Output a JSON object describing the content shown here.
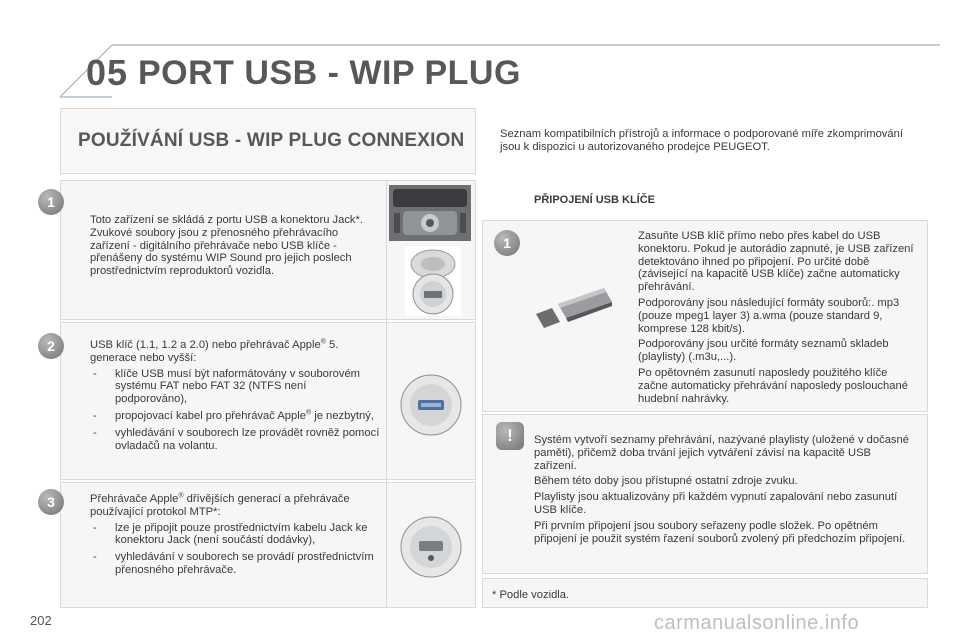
{
  "header": {
    "chapter_number": "05",
    "chapter_title": "PORT USB - WIP PLUG"
  },
  "section_title": "POUŽÍVÁNÍ USB - WIP PLUG CONNEXION",
  "intro_text": "Seznam kompatibilních přístrojů a informace o podporované míře zkomprimování jsou k dispozici u autorizovaného prodejce PEUGEOT.",
  "left_steps": [
    {
      "number": "1",
      "text": "Toto zařízení se skládá z portu USB a konektoru Jack*. Zvukové soubory jsou z přenosného přehrávacího zařízení - digitálního přehrávače nebo USB klíče - přenášeny do systému WIP Sound pro jejich poslech prostřednictvím reproduktorů vozidla."
    },
    {
      "number": "2",
      "intro_pre": "USB klíč (1.1, 1.2 a 2.0) nebo přehrávač Apple",
      "intro_sup": "®",
      "intro_post": " 5. generace nebo vyšší:",
      "bullets": [
        {
          "text": "klíče USB musí být naformátovány v souborovém systému FAT nebo FAT 32 (NTFS není podporováno),"
        },
        {
          "pre": "propojovací kabel pro přehrávač Apple",
          "sup": "®",
          "post": " je nezbytný,"
        },
        {
          "text": "vyhledávání v souborech lze provádět rovněž pomocí ovladačů na volantu."
        }
      ]
    },
    {
      "number": "3",
      "intro_pre": "Přehrávače Apple",
      "intro_sup": "®",
      "intro_post": " dřívějších generací a přehrávače používající protokol MTP*:",
      "bullets": [
        {
          "text": "lze je připojit pouze prostřednictvím kabelu Jack ke konektoru Jack (není součástí dodávky),"
        },
        {
          "text": "vyhledávání v souborech se provádí prostřednictvím přenosného přehrávače."
        }
      ]
    }
  ],
  "right_section": {
    "heading": "PŘIPOJENÍ USB KLÍČE",
    "step_number": "1",
    "paragraphs": [
      "Zasuňte USB klíč přímo nebo přes kabel do USB konektoru. Pokud je autorádio zapnuté, je USB zařízení detektováno ihned po připojení. Po určité době (závisející na kapacitě USB klíče) začne automaticky přehrávání.",
      "Podporovány jsou následující formáty souborů:. mp3 (pouze mpeg1 layer 3) a.wma (pouze standard 9, komprese 128 kbit/s).",
      "Podporovány jsou určité formáty seznamů skladeb (playlisty) (.m3u,...).",
      "Po opětovném zasunutí naposledy použitého klíče začne automaticky přehrávání naposledy poslouchané hudební nahrávky."
    ],
    "warning_symbol": "!",
    "warning_paragraphs": [
      "Systém vytvoří seznamy přehrávání, nazývané playlisty (uložené v dočasné paměti), přičemž doba trvání jejich vytváření závisí na kapacitě USB zařízení.",
      "Během této doby jsou přístupné ostatní zdroje zvuku.",
      "Playlisty jsou aktualizovány při každém vypnutí zapalování nebo zasunutí USB klíče.",
      "Při prvním připojení jsou soubory seřazeny podle složek. Po opětném připojení je použit systém řazení souborů zvolený při předchozím připojení."
    ]
  },
  "footnote": "* Podle vozidla.",
  "page_number": "202",
  "watermark": "carmanualsonline.info",
  "colors": {
    "title_gray": "#58585a",
    "panel_bg": "#f6f6f6",
    "header_rule": "#9fb3c2"
  }
}
